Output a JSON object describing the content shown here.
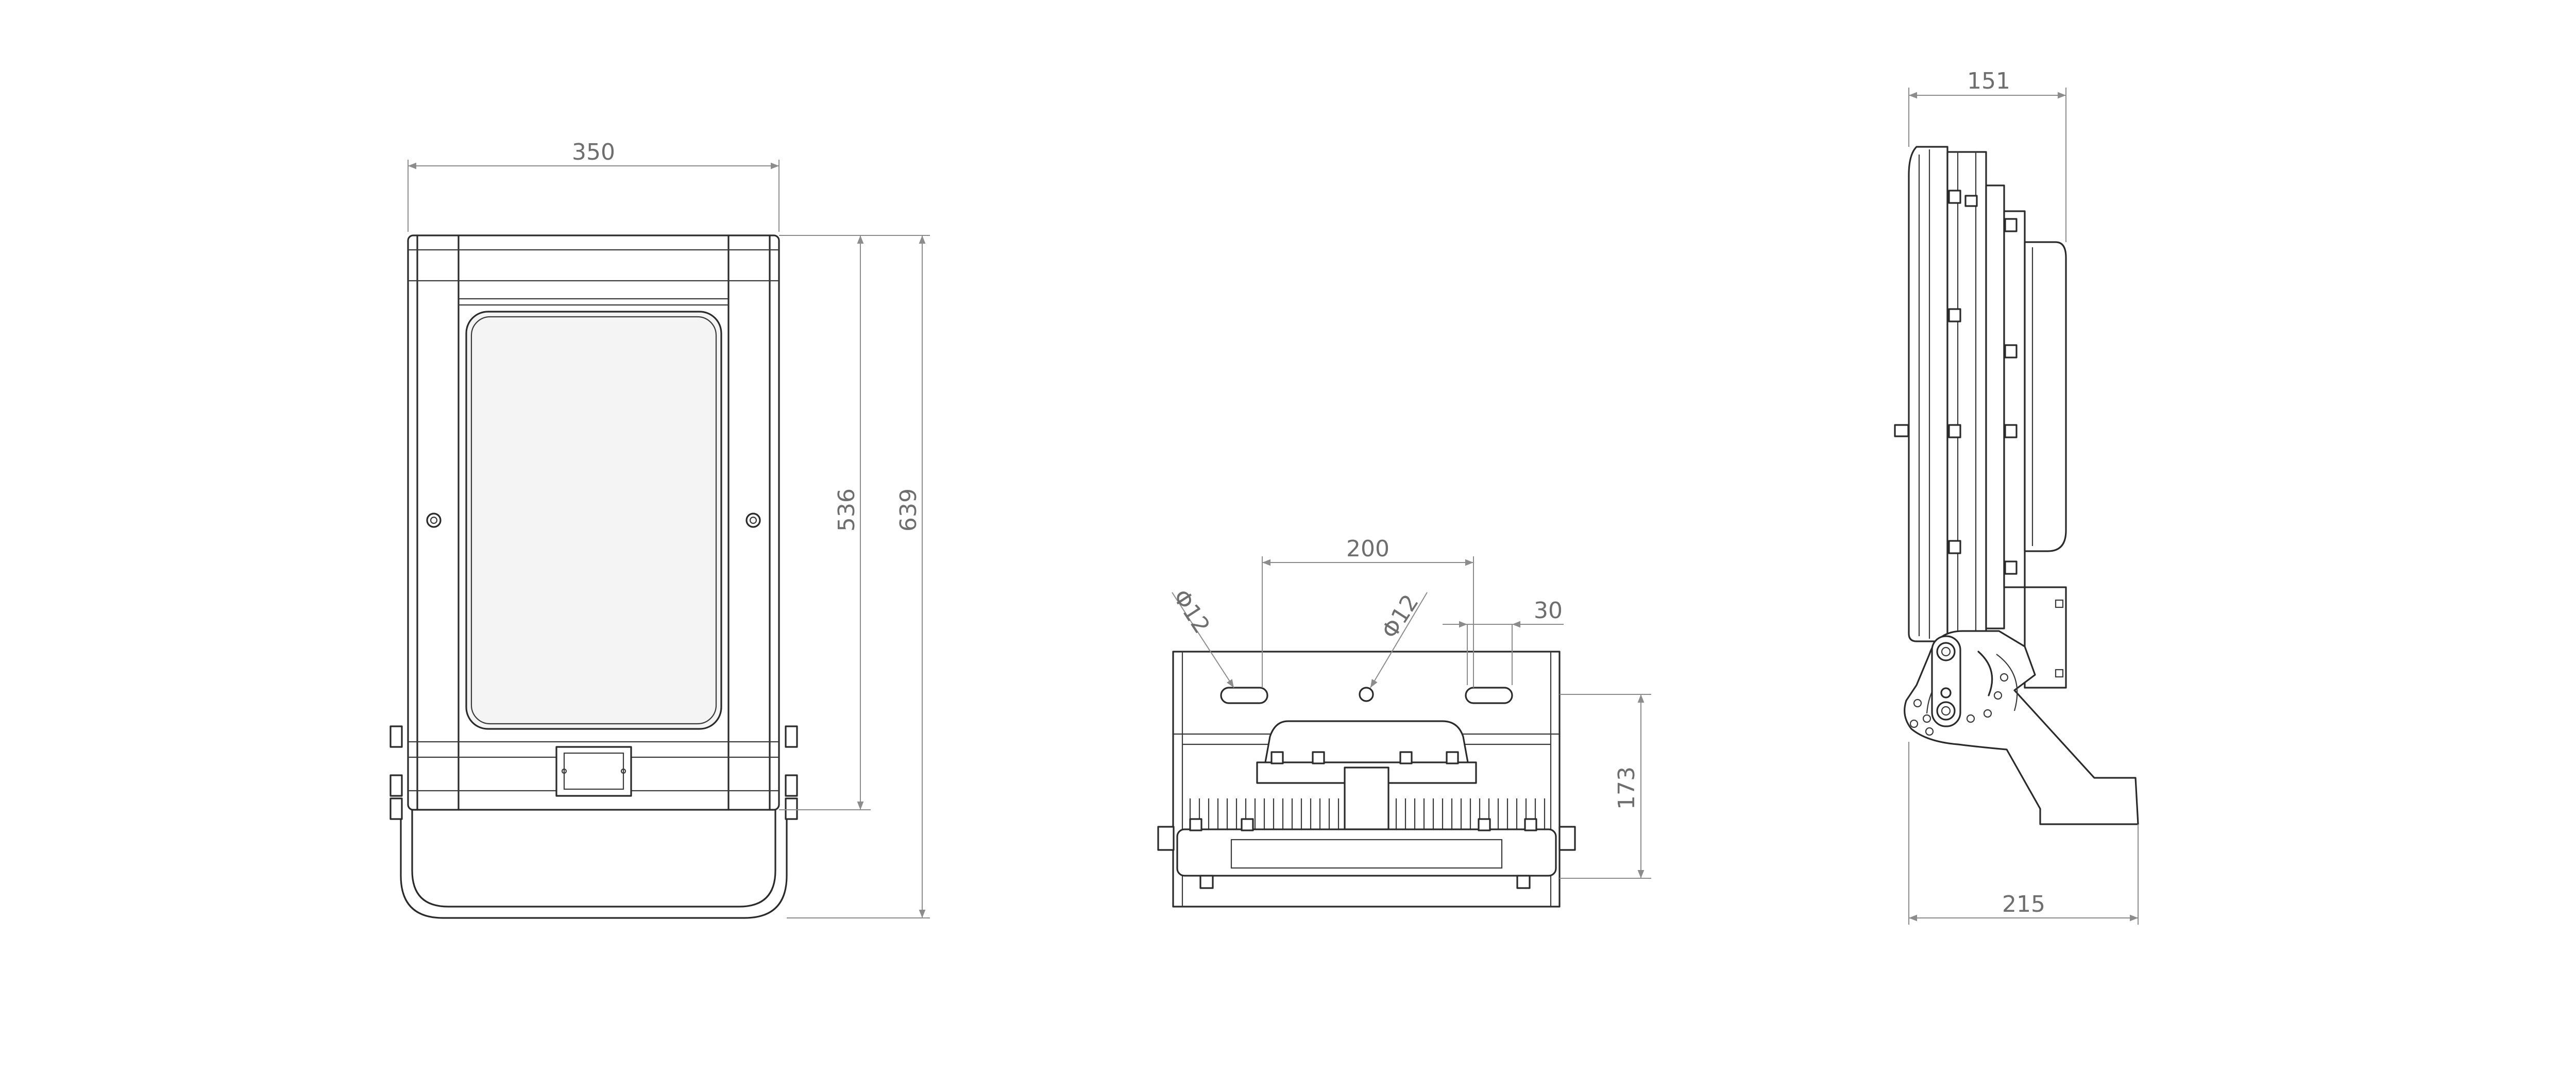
{
  "dimensions": {
    "front_width": "350",
    "front_inner_height": "536",
    "front_total_height": "639",
    "bottom_hole_spacing": "200",
    "bottom_left_hole": "Φ12",
    "bottom_center_hole": "Φ12",
    "bottom_slot": "30",
    "bottom_height": "173",
    "side_depth": "151",
    "side_bracket_depth": "215"
  },
  "colors": {
    "line": "#2a2a2a",
    "dimension": "#8c8c8c",
    "background": "#ffffff"
  }
}
